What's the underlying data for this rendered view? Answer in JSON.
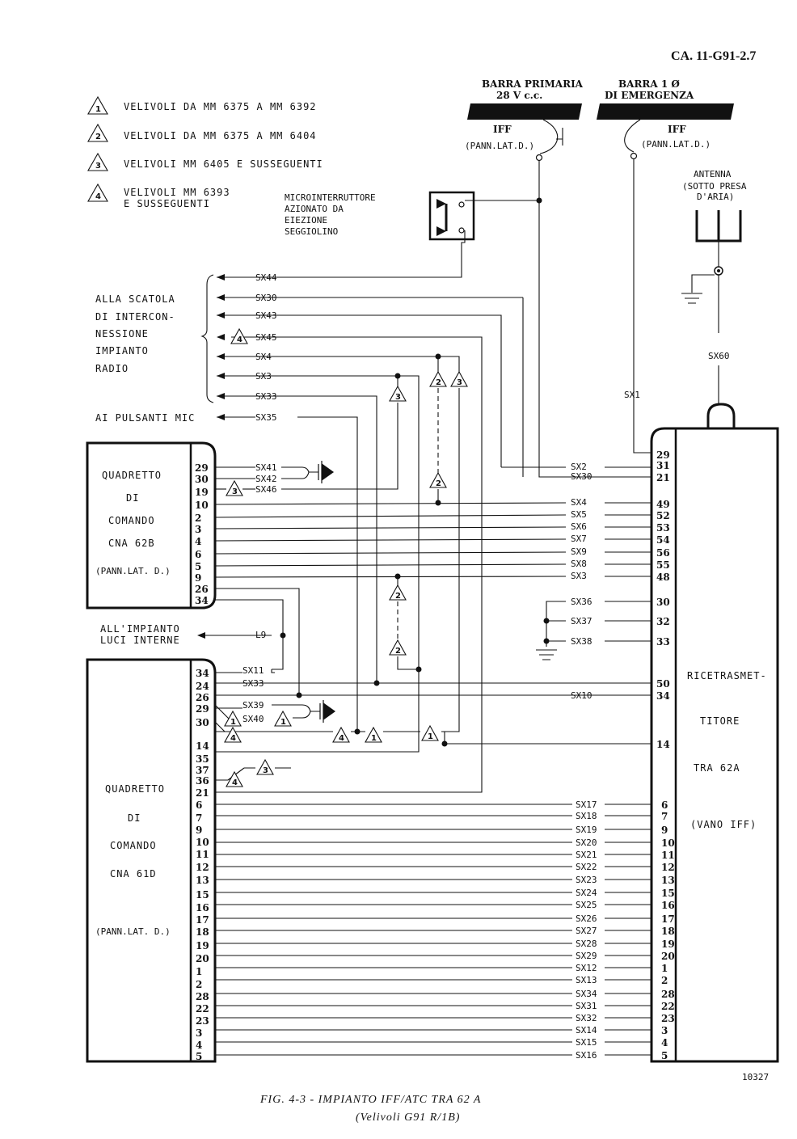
{
  "header": {
    "doc_code": "CA. 11-G91-2.7"
  },
  "legend": [
    {
      "num": "1",
      "line1": "VELIVOLI DA MM 6375 A MM 6392",
      "line2": ""
    },
    {
      "num": "2",
      "line1": "VELIVOLI DA MM 6375 A MM 6404",
      "line2": ""
    },
    {
      "num": "3",
      "line1": "VELIVOLI MM 6405 E SUSSEGUENTI",
      "line2": ""
    },
    {
      "num": "4",
      "line1": "VELIVOLI MM 6393",
      "line2": "E SUSSEGUENTI"
    }
  ],
  "power": {
    "primary_bus_1": "BARRA PRIMARIA",
    "primary_bus_2": "28 V c.c.",
    "emergency_bus_1": "BARRA 1 Ø",
    "emergency_bus_2": "DI EMERGENZA",
    "breaker_label": "IFF",
    "breaker_loc": "(PANN.LAT.D.)"
  },
  "antenna": {
    "line1": "ANTENNA",
    "line2": "(SOTTO PRESA",
    "line3": "D'ARIA)",
    "wire": "SX60"
  },
  "microswitch": [
    "MICROINTERRUTTORE",
    "AZIONATO DA",
    "EIEZIONE",
    "SEGGIOLINO"
  ],
  "radio_box": [
    "ALLA SCATOLA",
    "DI INTERCON-",
    "NESSIONE",
    "IMPIANTO",
    "RADIO"
  ],
  "mic_label": "AI PULSANTI MIC",
  "lights_label": [
    "ALL'IMPIANTO",
    "LUCI INTERNE"
  ],
  "radio_wires": [
    "SX44",
    "SX30",
    "SX43",
    "SX45",
    "SX4",
    "SX3",
    "SX33"
  ],
  "mic_wire": "SX35",
  "sx1": "SX1",
  "l9": "L9",
  "cna62b": {
    "title": [
      "QUADRETTO",
      "DI",
      "COMANDO",
      "CNA 62B",
      "(PANN.LAT. D.)"
    ],
    "pins": [
      "29",
      "30",
      "19",
      "10",
      "2",
      "3",
      "4",
      "6",
      "5",
      "9",
      "26",
      "34"
    ],
    "wires_left": [
      "SX41",
      "SX42",
      "SX46"
    ]
  },
  "cna61d": {
    "title": [
      "QUADRETTO",
      "DI",
      "COMANDO",
      "CNA 61D",
      "(PANN.LAT. D.)"
    ],
    "pins": [
      "34",
      "24",
      "26",
      "29",
      "30",
      "14",
      "35",
      "37",
      "36",
      "21",
      "6",
      "7",
      "9",
      "10",
      "11",
      "12",
      "13",
      "15",
      "16",
      "17",
      "18",
      "19",
      "20",
      "1",
      "2",
      "28",
      "22",
      "23",
      "3",
      "4",
      "5"
    ],
    "wires_left": [
      "SX11",
      "SX33",
      "SX39",
      "SX40"
    ]
  },
  "transceiver": {
    "title": [
      "RICETRASMET-",
      "TITORE",
      "TRA 62A",
      "(VANO IFF)"
    ],
    "pins_top": [
      "29",
      "31",
      "21"
    ],
    "pins_mid": [
      "49",
      "52",
      "53",
      "54",
      "56",
      "55",
      "48"
    ],
    "pins_gnd": [
      "30",
      "32",
      "33"
    ],
    "pins_lower": [
      "50",
      "34",
      "14"
    ],
    "pins_bottom": [
      "6",
      "7",
      "9",
      "10",
      "11",
      "12",
      "13",
      "15",
      "16",
      "17",
      "18",
      "19",
      "20",
      "1",
      "2",
      "28",
      "22",
      "23",
      "3",
      "4",
      "5"
    ]
  },
  "wires_top": [
    "SX2",
    "SX30"
  ],
  "wires_mid": [
    "SX4",
    "SX5",
    "SX6",
    "SX7",
    "SX9",
    "SX8",
    "SX3"
  ],
  "wires_gnd": [
    "SX36",
    "SX37",
    "SX38"
  ],
  "wire_sx10": "SX10",
  "wires_bottom": [
    "SX17",
    "SX18",
    "SX19",
    "SX20",
    "SX21",
    "SX22",
    "SX23",
    "SX24",
    "SX25",
    "SX26",
    "SX27",
    "SX28",
    "SX29",
    "SX12",
    "SX13",
    "SX34",
    "SX31",
    "SX32",
    "SX14",
    "SX15",
    "SX16"
  ],
  "drawing_no": "10327",
  "caption": {
    "line1": "FIG. 4-3 - IMPIANTO IFF/ATC TRA 62 A",
    "line2": "(Velivoli G91 R/1B)"
  }
}
